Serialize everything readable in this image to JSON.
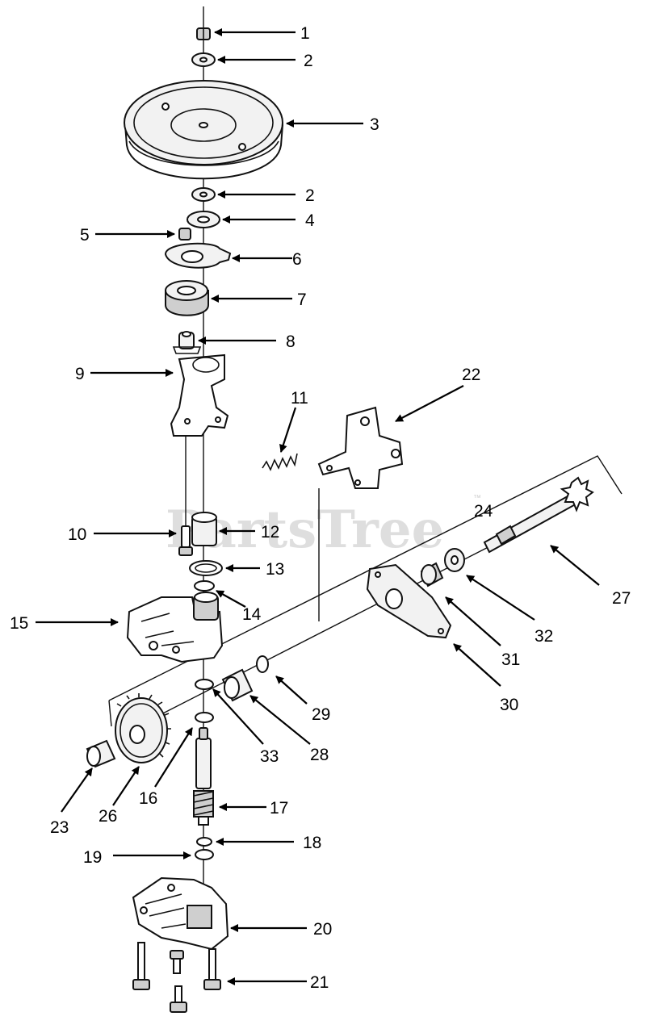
{
  "watermark": {
    "text": "PartsTree",
    "trademark": "™"
  },
  "callouts": {
    "c1": "1",
    "c2a": "2",
    "c3": "3",
    "c2b": "2",
    "c4": "4",
    "c5": "5",
    "c6": "6",
    "c7": "7",
    "c8": "8",
    "c9": "9",
    "c10": "10",
    "c11": "11",
    "c12": "12",
    "c13": "13",
    "c14": "14",
    "c15": "15",
    "c16": "16",
    "c17": "17",
    "c18": "18",
    "c19": "19",
    "c20": "20",
    "c21": "21",
    "c22": "22",
    "c23": "23",
    "c24": "24",
    "c26": "26",
    "c27": "27",
    "c28": "28",
    "c29": "29",
    "c30": "30",
    "c31": "31",
    "c32": "32",
    "c33": "33"
  }
}
